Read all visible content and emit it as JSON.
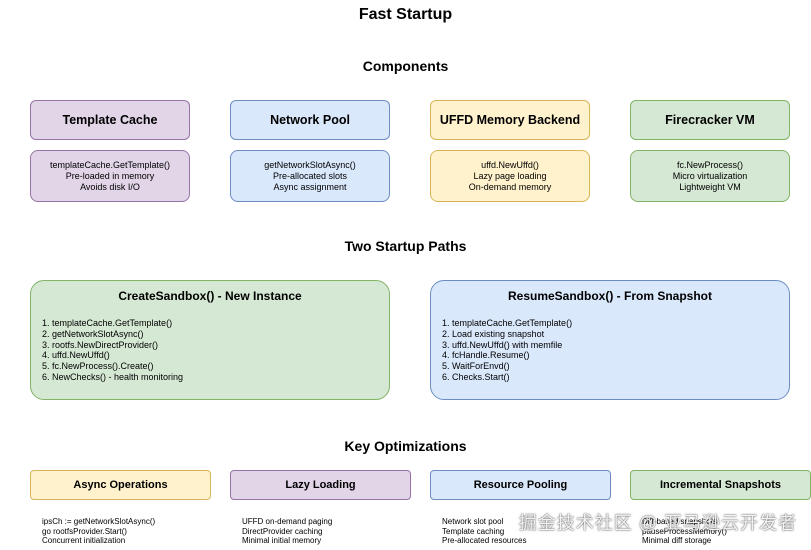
{
  "title": "Fast Startup",
  "components_heading": "Components",
  "components": [
    {
      "name": "Template Cache",
      "lines": [
        "templateCache.GetTemplate()",
        "Pre-loaded in memory",
        "Avoids disk I/O"
      ]
    },
    {
      "name": "Network Pool",
      "lines": [
        "getNetworkSlotAsync()",
        "Pre-allocated slots",
        "Async assignment"
      ]
    },
    {
      "name": "UFFD Memory Backend",
      "lines": [
        "uffd.NewUffd()",
        "Lazy page loading",
        "On-demand memory"
      ]
    },
    {
      "name": "Firecracker VM",
      "lines": [
        "fc.NewProcess()",
        "Micro virtualization",
        "Lightweight VM"
      ]
    }
  ],
  "paths_heading": "Two Startup Paths",
  "paths": [
    {
      "title": "CreateSandbox() - New Instance",
      "steps": [
        "1. templateCache.GetTemplate()",
        "2. getNetworkSlotAsync()",
        "3. rootfs.NewDirectProvider()",
        "4. uffd.NewUffd()",
        "5. fc.NewProcess().Create()",
        "6. NewChecks() - health monitoring"
      ]
    },
    {
      "title": "ResumeSandbox() - From Snapshot",
      "steps": [
        "1. templateCache.GetTemplate()",
        "2. Load existing snapshot",
        "3. uffd.NewUffd() with memfile",
        "4. fcHandle.Resume()",
        "5. WaitForEnvd()",
        "6. Checks.Start()"
      ]
    }
  ],
  "optimizations_heading": "Key Optimizations",
  "optimizations": [
    {
      "name": "Async Operations",
      "lines": [
        "ipsCh := getNetworkSlotAsync()",
        "go rootfsProvider.Start()",
        "Concurrent initialization"
      ]
    },
    {
      "name": "Lazy Loading",
      "lines": [
        "UFFD on-demand paging",
        "DirectProvider caching",
        "Minimal initial memory"
      ]
    },
    {
      "name": "Resource Pooling",
      "lines": [
        "Network slot pool",
        "Template caching",
        "Pre-allocated resources"
      ]
    },
    {
      "name": "Incremental Snapshots",
      "lines": [
        "Diff-based snapshots",
        "pauseProcessMemory()",
        "Minimal diff storage"
      ]
    }
  ],
  "watermark": "掘金技术社区 @ 亚马逊云开发者"
}
